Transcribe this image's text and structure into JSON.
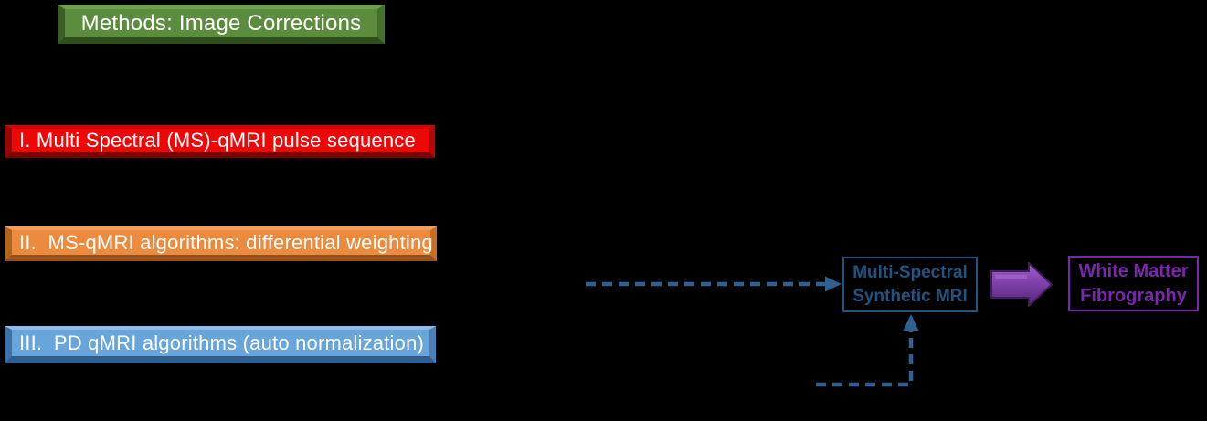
{
  "slide": {
    "background": "#000000",
    "title_bar": {
      "label": "Methods: Image Corrections",
      "fill": "#5C8C3E",
      "text_color": "#FFFFFF"
    },
    "method_bars": [
      {
        "label": "I. Multi Spectral (MS)-qMRI pulse sequence",
        "fill": "#EE0707",
        "text_color": "#FFFFFF"
      },
      {
        "label": "II.  MS-qMRI algorithms: differential weighting",
        "fill": "#EC8B3E",
        "text_color": "#FFFFFF"
      },
      {
        "label": "III.  PD qMRI algorithms (auto normalization)",
        "fill": "#68A5DB",
        "text_color": "#FFFFFF"
      }
    ],
    "flow": {
      "synthetic_mri_box": {
        "line1": "Multi-Spectral",
        "line2": "Synthetic MRI",
        "accent": "#1F5380"
      },
      "fibrography_box": {
        "line1": "White Matter",
        "line2": "Fibrography",
        "accent": "#7A26AE"
      },
      "block_arrow": {
        "fill": "#7A3BA3",
        "direction": "right"
      },
      "connectors": {
        "color": "#2E6093",
        "style": "dashed",
        "paths": [
          "horizontal arrow into left side of Multi-Spectral Synthetic MRI box",
          "elbow arrow from below up into bottom of Multi-Spectral Synthetic MRI box"
        ]
      }
    }
  }
}
